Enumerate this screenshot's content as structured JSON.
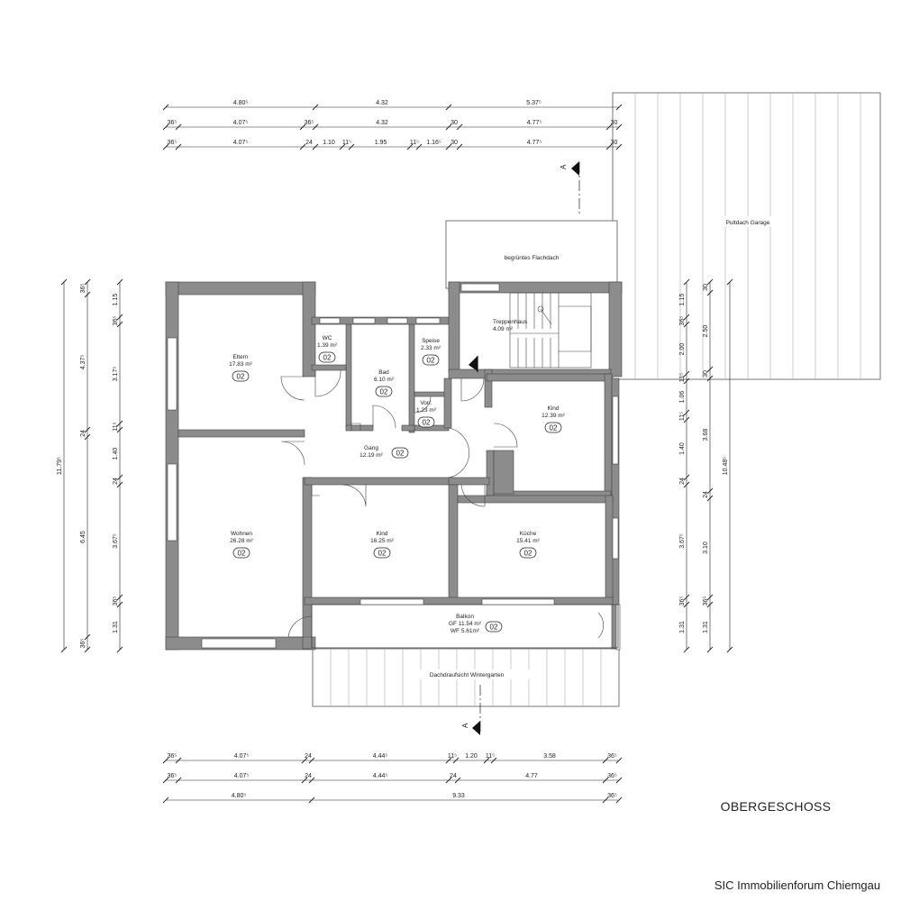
{
  "plan_title": "OBERGESCHOSS",
  "footer": "SIC Immobilienforum Chiemgau",
  "section_marker": "A",
  "labels": {
    "carport_roof": "Pultdach Garage",
    "green_roof": "begrüntes Flachdach",
    "winter_garden": "Dachdraufsicht Wintergarten"
  },
  "rooms": [
    {
      "name": "Eltern",
      "area": "17.83 m²",
      "tag": "02"
    },
    {
      "name": "WC",
      "area": "1.39 m²",
      "tag": "02"
    },
    {
      "name": "Bad",
      "area": "6.10 m²",
      "tag": "02"
    },
    {
      "name": "Speise",
      "area": "2.33 m²",
      "tag": "02"
    },
    {
      "name": "Treppenhaus",
      "area": "4.09 m²"
    },
    {
      "name": "Vorr.",
      "area": "1.23 m²",
      "tag": "02"
    },
    {
      "name": "Kind",
      "area": "12.39 m²",
      "tag": "02"
    },
    {
      "name": "Gang",
      "area": "12.19 m²",
      "tag": "02"
    },
    {
      "name": "Wohnen",
      "area": "26.28 m²",
      "tag": "02"
    },
    {
      "name": "Kind",
      "area": "16.25 m²",
      "tag": "02"
    },
    {
      "name": "Küche",
      "area": "15.41 m²",
      "tag": "02"
    },
    {
      "name": "Balkon",
      "area": "GF 11.54 m²",
      "area2": "WF 5.61m²",
      "tag": "02"
    }
  ],
  "dims_top": {
    "row1": [
      "4.80⁵",
      "4.32",
      "5.37⁵"
    ],
    "row2": [
      "36⁵",
      "4.07⁵",
      "36⁵",
      "4.32",
      "30",
      "4.77⁵",
      "30"
    ],
    "row3": [
      "36⁵",
      "4.07⁵",
      "24",
      "1.10",
      "11⁵",
      "1.95",
      "11⁵",
      "1.16⁵",
      "30",
      "4.77⁵",
      "30"
    ]
  },
  "dims_bottom": {
    "row1": [
      "36⁵",
      "4.07⁵",
      "24",
      "4.44⁵",
      "11⁵",
      "1.20",
      "11⁵",
      "3.58",
      "36⁵"
    ],
    "row2": [
      "36⁵",
      "4.07⁵",
      "24",
      "4.44⁵",
      "24",
      "4.77",
      "36⁵"
    ],
    "row3": [
      "4.80⁵",
      "9.33",
      "36⁵"
    ]
  },
  "dims_left": {
    "outer": [
      "11.79⁵"
    ],
    "mid": [
      "36⁵",
      "4.37⁵",
      "24",
      "6.45",
      "36⁵"
    ],
    "inner": [
      "1.15",
      "36⁵",
      "3.17⁵",
      "11⁵",
      "1.40",
      "24",
      "3.67⁵",
      "36⁵",
      "1.31"
    ]
  },
  "dims_right": {
    "inner": [
      "1.15",
      "36⁵",
      "2.00",
      "11⁵",
      "1.06",
      "11⁵",
      "1.40",
      "24",
      "3.67⁵",
      "36⁵",
      "1.31"
    ],
    "mid": [
      "30",
      "2.50",
      "30",
      "3.68",
      "24",
      "3.10",
      "36⁵",
      "1.31"
    ],
    "outer": [
      "10.48⁵"
    ]
  }
}
